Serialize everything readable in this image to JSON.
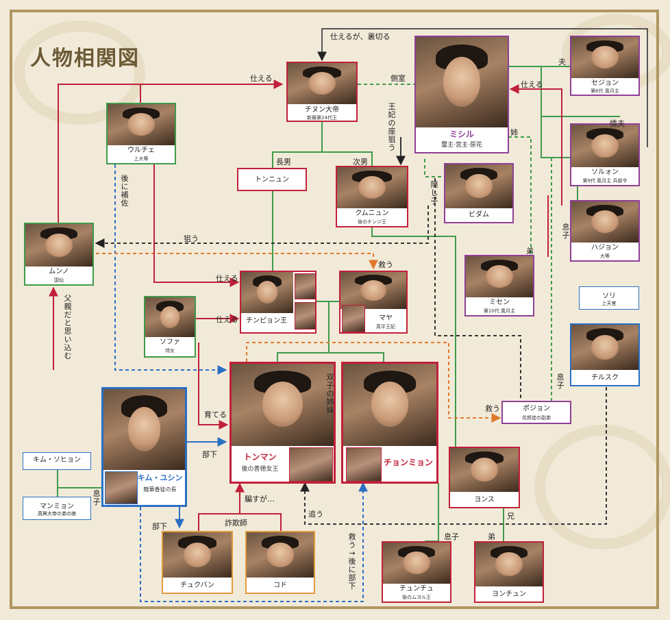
{
  "title": "人物相関図",
  "colors": {
    "red": "#c0203a",
    "green": "#3d9a4a",
    "purple": "#8e3f95",
    "blue": "#2a6fc4",
    "orange": "#e09a3c",
    "dark": "#222222"
  },
  "people": {
    "jinheung": {
      "name": "チヌン大帝",
      "sub": "新羅第24代王"
    },
    "mishil": {
      "name": "ミシル",
      "sub": "璽主·宮主·原花"
    },
    "sejong": {
      "name": "セジョン",
      "sub": "第6代 風月主"
    },
    "seolwon": {
      "name": "ソルォン",
      "sub": "第9代 風月主 兵部令"
    },
    "hajong": {
      "name": "ハジョン",
      "sub": "大等"
    },
    "euljae": {
      "name": "ウルチェ",
      "sub": "上大等"
    },
    "dongnyun": {
      "name": "トンニュン"
    },
    "geumnyun": {
      "name": "クムニュン",
      "sub": "後のチンジ王"
    },
    "bidam": {
      "name": "ビダム"
    },
    "munno": {
      "name": "ムンノ",
      "sub": "国仙"
    },
    "jinpyeong": {
      "name": "チンピョン王"
    },
    "maya": {
      "name": "マヤ",
      "sub": "真平王妃"
    },
    "misaeng": {
      "name": "ミセン",
      "sub": "第10代 風月主"
    },
    "sohwa": {
      "name": "ソファ",
      "sub": "侍女"
    },
    "sori": {
      "name": "ソリ",
      "sub": "上天官"
    },
    "chilsuk": {
      "name": "チルスク"
    },
    "deokman": {
      "name": "トンマン",
      "sub": "後の善徳女王"
    },
    "cheonmyeong": {
      "name": "チョンミョン"
    },
    "bojong": {
      "name": "ポジョン",
      "sub": "花郎徒の副弟"
    },
    "yushin": {
      "name": "キム・ユシン",
      "sub": "龍華香徒の長"
    },
    "seohyeon": {
      "name": "キム・ソヒョン"
    },
    "manmyeong": {
      "name": "マンミョン",
      "sub": "真興大帝の弟の娘"
    },
    "yongsu": {
      "name": "ヨンス"
    },
    "jukbang": {
      "name": "チュクバン"
    },
    "godo": {
      "name": "コド"
    },
    "chunchu": {
      "name": "チュンチュ",
      "sub": "後のムヨル王"
    },
    "yongchun": {
      "name": "ヨンチュン"
    }
  },
  "relations": {
    "serve_betray": "仕えるが、裏切る",
    "serve1": "仕える",
    "concubine": "側室",
    "husband": "夫",
    "lover": "情夫",
    "serve2": "仕える",
    "queen_seat": "王妃の座狙う",
    "sister": "姉",
    "eldest": "長男",
    "second": "次男",
    "hidden_child": "隠し子",
    "son1": "息子",
    "younger_bro": "弟",
    "assist": "後に補佐",
    "target": "狙う",
    "rescue1": "救う",
    "serve3": "仕える",
    "serve4": "仕える",
    "father_believe": "父親だと思い込む",
    "raise": "育てる",
    "twin": "双子の姉妹",
    "subordinate1": "部下",
    "rescue2": "救う",
    "son2": "息子",
    "son3": "息子",
    "deceive": "騙すが…",
    "chase": "追う",
    "elder_bro": "兄",
    "fraud": "詐欺師",
    "subordinate2": "部下",
    "rescue_later": "救う→後に部下",
    "son4": "息子",
    "younger_bro2": "弟"
  }
}
